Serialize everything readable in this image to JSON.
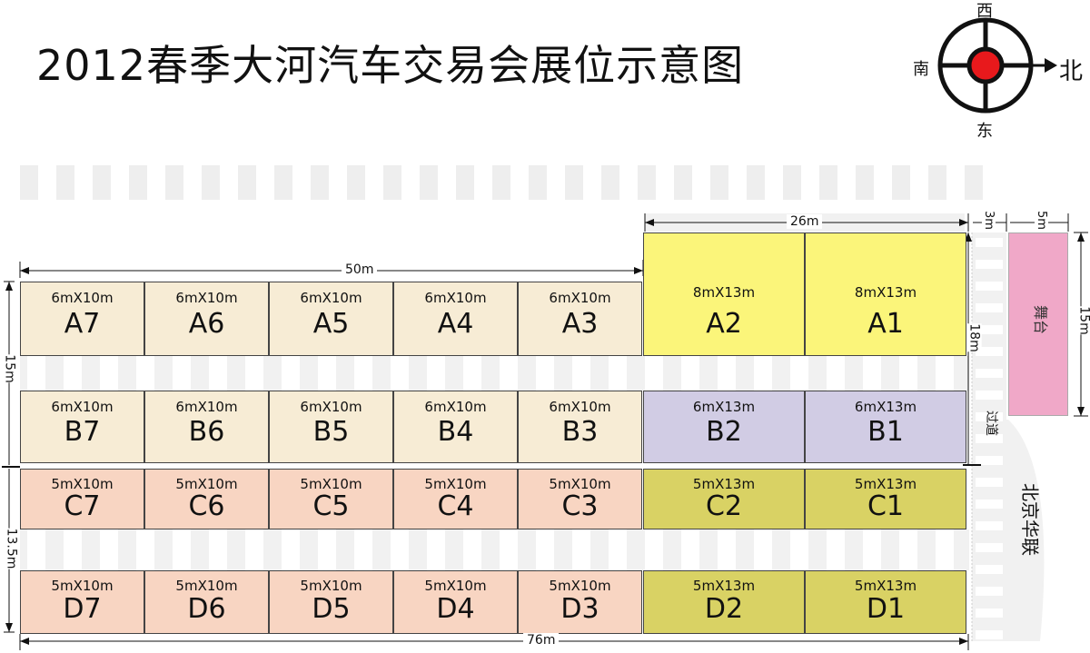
{
  "title": "2012春季大河汽车交易会展位示意图",
  "compass": {
    "north": "北",
    "south": "南",
    "east": "东",
    "west": "西",
    "accent": "#e8191c"
  },
  "colors": {
    "beige": "#f7ecd5",
    "salmon": "#f8d5c2",
    "yellow": "#fbf57a",
    "lavender": "#d1cce4",
    "olive": "#d9d264",
    "stage": "#f0a8c8"
  },
  "rows": [
    {
      "row": "A",
      "booths": [
        {
          "label": "A7",
          "size": "6mX10m"
        },
        {
          "label": "A6",
          "size": "6mX10m"
        },
        {
          "label": "A5",
          "size": "6mX10m"
        },
        {
          "label": "A4",
          "size": "6mX10m"
        },
        {
          "label": "A3",
          "size": "6mX10m"
        },
        {
          "label": "A2",
          "size": "8mX13m"
        },
        {
          "label": "A1",
          "size": "8mX13m"
        }
      ]
    },
    {
      "row": "B",
      "booths": [
        {
          "label": "B7",
          "size": "6mX10m"
        },
        {
          "label": "B6",
          "size": "6mX10m"
        },
        {
          "label": "B5",
          "size": "6mX10m"
        },
        {
          "label": "B4",
          "size": "6mX10m"
        },
        {
          "label": "B3",
          "size": "6mX10m"
        },
        {
          "label": "B2",
          "size": "6mX13m"
        },
        {
          "label": "B1",
          "size": "6mX13m"
        }
      ]
    },
    {
      "row": "C",
      "booths": [
        {
          "label": "C7",
          "size": "5mX10m"
        },
        {
          "label": "C6",
          "size": "5mX10m"
        },
        {
          "label": "C5",
          "size": "5mX10m"
        },
        {
          "label": "C4",
          "size": "5mX10m"
        },
        {
          "label": "C3",
          "size": "5mX10m"
        },
        {
          "label": "C2",
          "size": "5mX13m"
        },
        {
          "label": "C1",
          "size": "5mX13m"
        }
      ]
    },
    {
      "row": "D",
      "booths": [
        {
          "label": "D7",
          "size": "5mX10m"
        },
        {
          "label": "D6",
          "size": "5mX10m"
        },
        {
          "label": "D5",
          "size": "5mX10m"
        },
        {
          "label": "D4",
          "size": "5mX10m"
        },
        {
          "label": "D3",
          "size": "5mX10m"
        },
        {
          "label": "D2",
          "size": "5mX13m"
        },
        {
          "label": "D1",
          "size": "5mX13m"
        }
      ]
    }
  ],
  "dimensions": {
    "total_width": "76m",
    "left_width": "50m",
    "right_width": "26m",
    "aisle": "3m",
    "stage_width": "5m",
    "stage_height": "15m",
    "right_height": "18m",
    "left_upper": "15m",
    "left_lower": "13.5m"
  },
  "labels": {
    "stage": "舞台",
    "passage": "过道",
    "road": "北京华联"
  }
}
